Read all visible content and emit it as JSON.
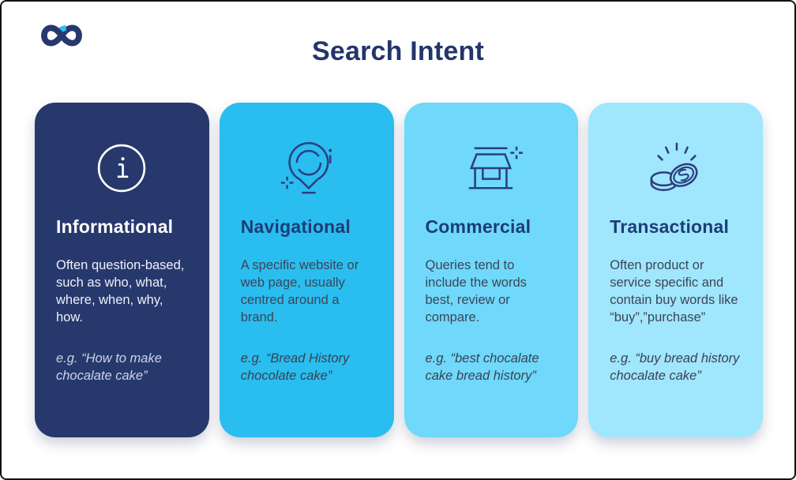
{
  "page": {
    "title": "Search Intent"
  },
  "logo": {
    "name": "infinity-logo",
    "navy": "#27386d",
    "accent": "#35bdf2"
  },
  "cards": [
    {
      "title": "Informational",
      "icon": "info-circle-icon",
      "description": "Often question-based, such as who, what, where, when, why, how.",
      "example": "e.g. “How to make chocalate cake”",
      "bg": "#27386d"
    },
    {
      "title": "Navigational",
      "icon": "location-pin-icon",
      "description": "A specific website or web page, usually centred around a brand.",
      "example": "e.g. “Bread History chocolate cake”",
      "bg": "#2abdf0"
    },
    {
      "title": "Commercial",
      "icon": "storefront-icon",
      "description": "Queries tend to include the words best, review or compare.",
      "example": "e.g. “best chocalate cake bread history”",
      "bg": "#6fd8fb"
    },
    {
      "title": "Transactional",
      "icon": "coins-icon",
      "description": "Often product or service specific and contain buy words like “buy”,”purchase”",
      "example": "e.g. “buy bread history chocalate cake”",
      "bg": "#a0e6fd"
    }
  ]
}
